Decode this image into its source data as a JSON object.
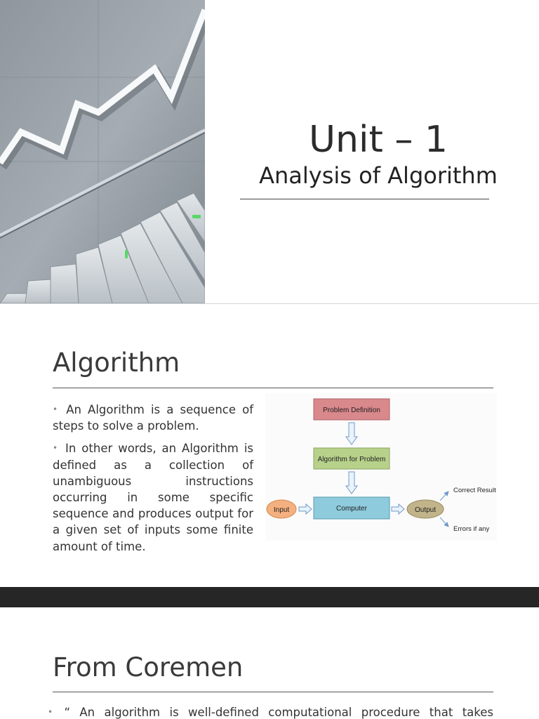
{
  "slide1": {
    "title": "Unit – 1",
    "subtitle": "Analysis of Algorithm"
  },
  "slide2": {
    "title": "Algorithm",
    "bullets": [
      "An Algorithm is a sequence of steps to solve a problem.",
      "In other words, an Algorithm is defined as a collection of unambiguous instructions occurring in some specific sequence and produces output for a given set of inputs some finite amount of time."
    ],
    "diagram": {
      "problem_definition": "Problem Definition",
      "algorithm_for_problem": "Algorithm for Problem",
      "computer": "Computer",
      "input": "Input",
      "output": "Output",
      "correct_result": "Correct Result",
      "errors": "Errors if any"
    }
  },
  "slide3": {
    "title": "From Coremen",
    "bullet_start": "“ An algorithm is well-defined computational procedure that takes"
  },
  "colors": {
    "problem_box": "#d9888c",
    "algorithm_box": "#b7d18b",
    "computer_box": "#8ecbdd",
    "input_oval": "#f4b07e",
    "output_oval": "#c1b48a",
    "band": "#262626"
  }
}
